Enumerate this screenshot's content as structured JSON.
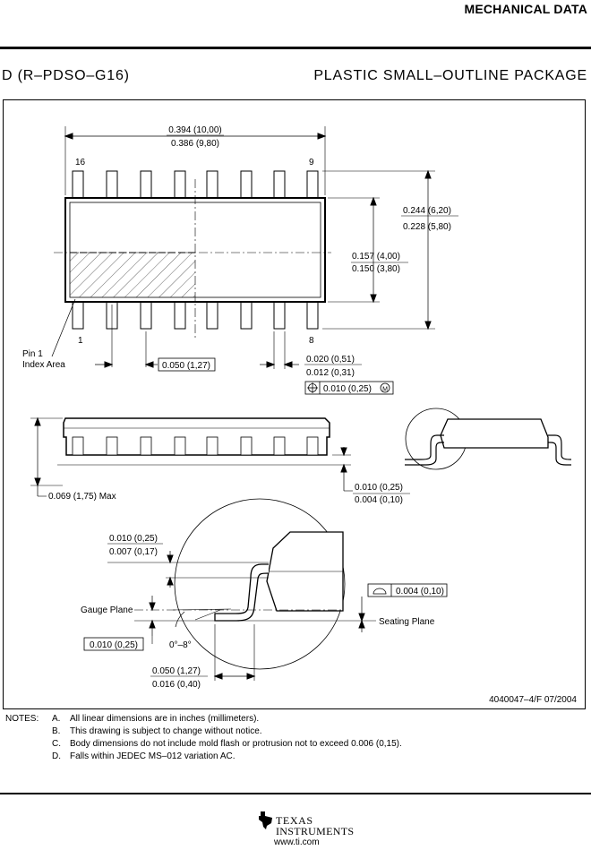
{
  "header": {
    "title": "MECHANICAL DATA"
  },
  "package": {
    "id": "D (R–PDSO–G16)",
    "name": "PLASTIC SMALL–OUTLINE PACKAGE"
  },
  "dims": {
    "body_len_max": "0.394 (10,00)",
    "body_len_min": "0.386 (9,80)",
    "overall_w_max": "0.244 (6,20)",
    "overall_w_min": "0.228 (5,80)",
    "body_w_max": "0.157 (4,00)",
    "body_w_min": "0.150 (3,80)",
    "pitch": "0.050 (1,27)",
    "lead_w_max": "0.020 (0,51)",
    "lead_w_min": "0.012 (0,31)",
    "tolerance": "0.010 (0,25)",
    "tolerance_mod": "M",
    "height_max": "0.069 (1,75) Max",
    "standoff_max": "0.010 (0,25)",
    "standoff_min": "0.004 (0,10)",
    "lead_thk_max": "0.010 (0,25)",
    "lead_thk_min": "0.007 (0,17)",
    "coplanarity": "0.004 (0,10)",
    "gauge": "0.010 (0,25)",
    "angle": "0°–8°",
    "foot_max": "0.050 (1,27)",
    "foot_min": "0.016 (0,40)"
  },
  "labels": {
    "pin16": "16",
    "pin9": "9",
    "pin1": "1",
    "pin8": "8",
    "pin1_area_line1": "Pin 1",
    "pin1_area_line2": "Index Area",
    "gauge_plane": "Gauge Plane",
    "seating_plane": "Seating Plane",
    "drawing_no": "4040047–4/F  07/2004"
  },
  "notes": {
    "label": "NOTES:",
    "items": [
      {
        "key": "A.",
        "text": "All linear dimensions are in inches (millimeters)."
      },
      {
        "key": "B.",
        "text": "This drawing is subject to change without notice."
      },
      {
        "key": "C.",
        "text": "Body dimensions do not include mold flash or protrusion not to exceed 0.006 (0,15)."
      },
      {
        "key": "D.",
        "text": "Falls within JEDEC MS–012 variation AC."
      }
    ]
  },
  "footer": {
    "brand_line1": "TEXAS",
    "brand_line2": "INSTRUMENTS",
    "url": "www.ti.com"
  }
}
